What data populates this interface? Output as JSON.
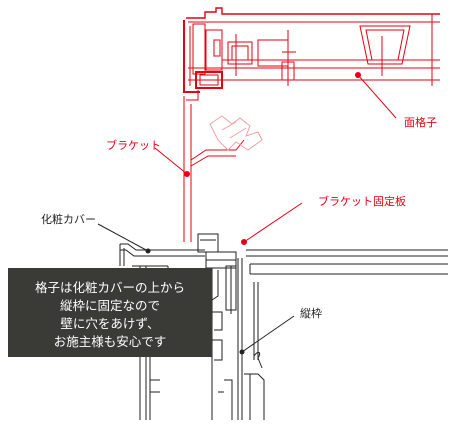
{
  "labels": {
    "lattice_panel": "面格子",
    "bracket": "ブラケット",
    "bracket_fixing_plate": "ブラケット固定板",
    "trim_cover": "化粧カバー",
    "vertical_frame": "縦枠"
  },
  "callout": {
    "lines": [
      "格子は化粧カバーの上から",
      "縦枠に固定なので",
      "壁に穴をあけず、",
      "お施主様も安心です"
    ]
  },
  "colors": {
    "accent": "#e60012",
    "line": "#222222",
    "callout_bg": "#3a3a36",
    "callout_text": "#ffffff"
  }
}
